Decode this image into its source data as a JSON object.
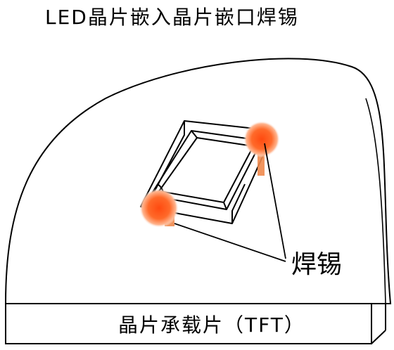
{
  "diagram": {
    "title": "LED晶片嵌入晶片嵌口焊锡",
    "solder_label": "焊锡",
    "base_label": "晶片承载片（TFT）",
    "colors": {
      "line": "#000000",
      "background": "#ffffff",
      "solder_core": "#ff5a1a",
      "solder_edge": "#ffd2b8",
      "solder_drip": "#f08a4e"
    }
  }
}
